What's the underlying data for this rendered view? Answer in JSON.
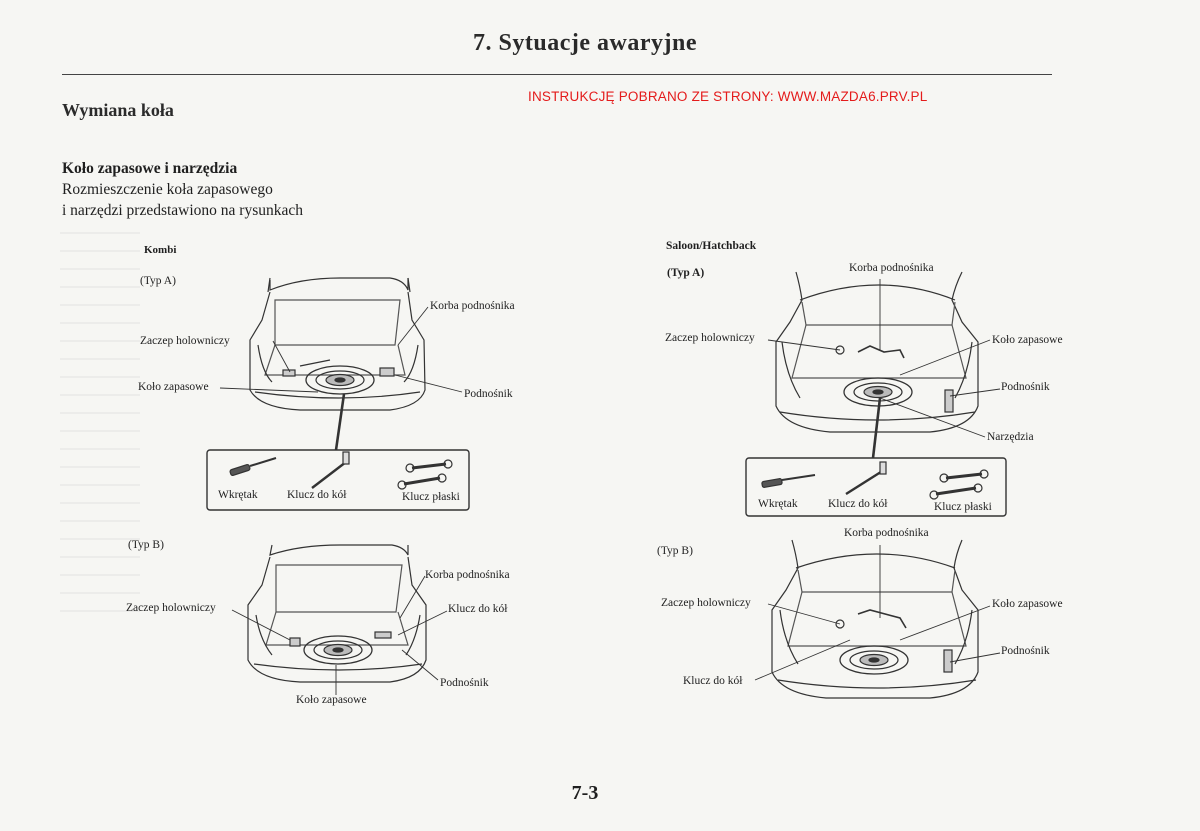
{
  "header": {
    "chapter_title": "7. Sytuacje awaryjne",
    "download_notice": "INSTRUKCJĘ POBRANO ZE STRONY: WWW.MAZDA6.PRV.PL"
  },
  "section": {
    "title": "Wymiana koła",
    "subtitle": "Koło zapasowe i narzędzia",
    "body_line1": "Rozmieszczenie koła zapasowego",
    "body_line2": "i narzędzi przedstawiono na rysunkach"
  },
  "left_column": {
    "variant": "Kombi",
    "type_a": {
      "heading": "(Typ A)",
      "labels": {
        "korba": "Korba podnośnika",
        "zaczep": "Zaczep holowniczy",
        "kolo": "Koło zapasowe",
        "podnosnik": "Podnośnik"
      },
      "tools": {
        "wkretak": "Wkrętak",
        "klucz_kol": "Klucz do kół",
        "klucz_plaski": "Klucz płaski"
      }
    },
    "type_b": {
      "heading": "(Typ B)",
      "labels": {
        "korba": "Korba podnośnika",
        "zaczep": "Zaczep holowniczy",
        "klucz_kol": "Klucz do kół",
        "podnosnik": "Podnośnik",
        "kolo": "Koło zapasowe"
      }
    }
  },
  "right_column": {
    "variant": "Saloon/Hatchback",
    "type_a": {
      "heading": "(Typ A)",
      "labels": {
        "korba": "Korba podnośnika",
        "zaczep": "Zaczep holowniczy",
        "kolo": "Koło zapasowe",
        "podnosnik": "Podnośnik",
        "narzedzia": "Narzędzia"
      },
      "tools": {
        "wkretak": "Wkrętak",
        "klucz_kol": "Klucz do kół",
        "klucz_plaski": "Klucz płaski"
      }
    },
    "type_b": {
      "heading": "(Typ B)",
      "labels": {
        "korba": "Korba podnośnika",
        "zaczep": "Zaczep holowniczy",
        "kolo": "Koło zapasowe",
        "podnosnik": "Podnośnik",
        "klucz_kol": "Klucz do kół"
      }
    }
  },
  "footer": {
    "page_number": "7-3"
  }
}
